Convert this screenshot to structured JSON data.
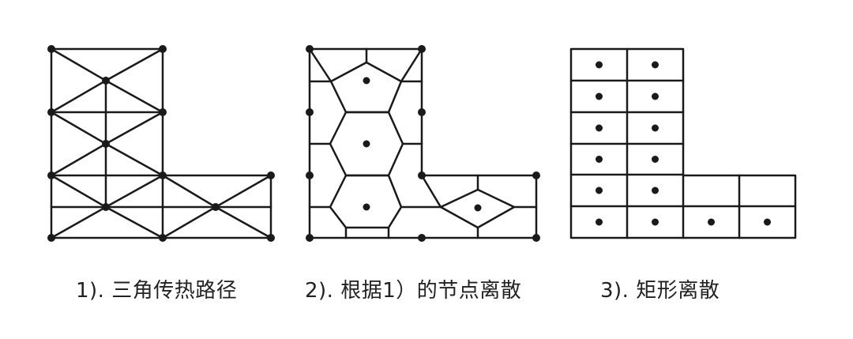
{
  "colors": {
    "stroke": "#1a1a1a",
    "background": "#ffffff",
    "text": "#222222"
  },
  "captions": {
    "panel1": "1). 三角传热路径",
    "panel2": "2). 根据1）的节点离散",
    "panel3": "3). 矩形离散"
  }
}
